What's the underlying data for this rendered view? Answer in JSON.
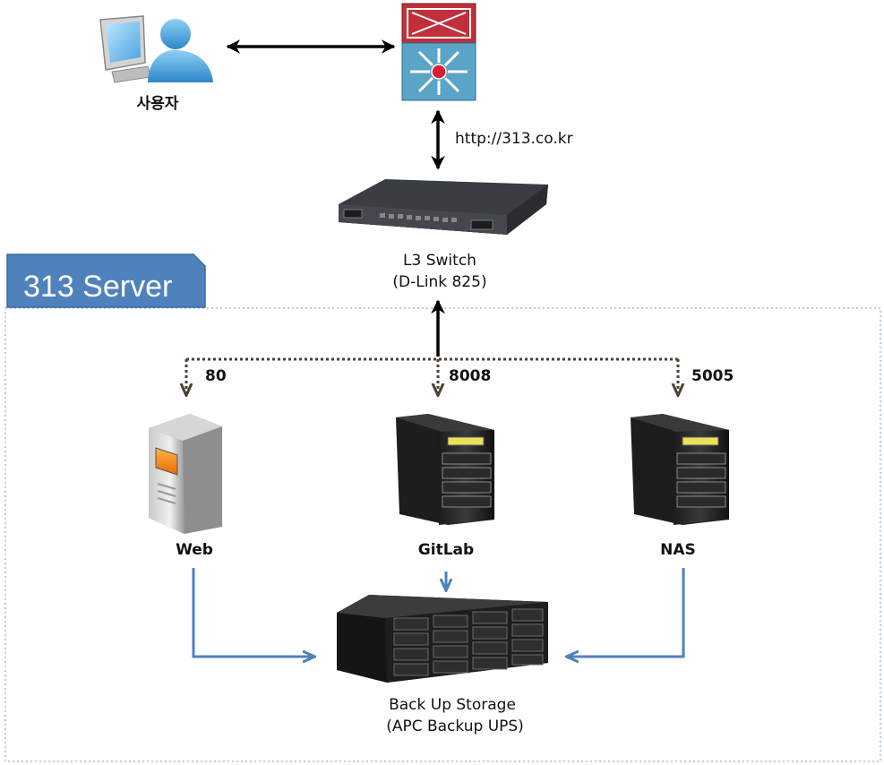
{
  "server_group": {
    "title": "313 Server"
  },
  "nodes": {
    "user": {
      "label": "사용자"
    },
    "url": {
      "label": "http://313.co.kr"
    },
    "switch": {
      "label_line1": "L3 Switch",
      "label_line2": "(D-Link 825)"
    },
    "web": {
      "label": "Web",
      "port": "80"
    },
    "gitlab": {
      "label": "GitLab",
      "port": "8008"
    },
    "nas": {
      "label": "NAS",
      "port": "5005"
    },
    "storage": {
      "label_line1": "Back Up Storage",
      "label_line2": "(APC Backup UPS)"
    }
  },
  "colors": {
    "group_box": "#4f81bd",
    "group_border": "#b9cde5",
    "black_arrow": "#000000",
    "dotted_arrow": "#4a4232",
    "backup_arrow": "#4f81bd",
    "router_top": "#c0303b",
    "router_bottom": "#5aa4c7"
  },
  "icons": {
    "user": "user-at-computer-icon",
    "router": "layer3-router-icon",
    "switch": "rack-switch-icon",
    "web": "web-server-tower-icon",
    "gitlab": "nas-tower-icon",
    "nas": "nas-tower-icon",
    "storage": "disk-array-storage-icon"
  }
}
